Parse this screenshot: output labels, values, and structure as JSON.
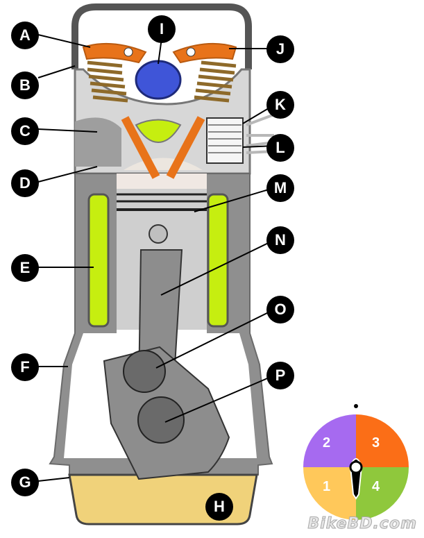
{
  "diagram": {
    "labels": {
      "a": "A",
      "b": "B",
      "c": "C",
      "d": "D",
      "e": "E",
      "f": "F",
      "g": "G",
      "h": "H",
      "i": "I",
      "j": "J",
      "k": "K",
      "l": "L",
      "m": "M",
      "n": "N",
      "o": "O",
      "p": "P"
    },
    "stroke_dial": {
      "s1": "1",
      "s2": "2",
      "s3": "3",
      "s4": "4"
    },
    "watermark": "BikeBD.com"
  },
  "colors": {
    "rocker": "#e8731a",
    "camshaft": "#3f55d8",
    "coolant": "#c6ee10",
    "oil": "#f0d27a",
    "engine_body": "#8f8f8f",
    "piston": "#cfcfcf",
    "dial_q1": "#ffc85a",
    "dial_q2": "#a66af0",
    "dial_q3": "#fb6e17",
    "dial_q4": "#8fc83c"
  }
}
